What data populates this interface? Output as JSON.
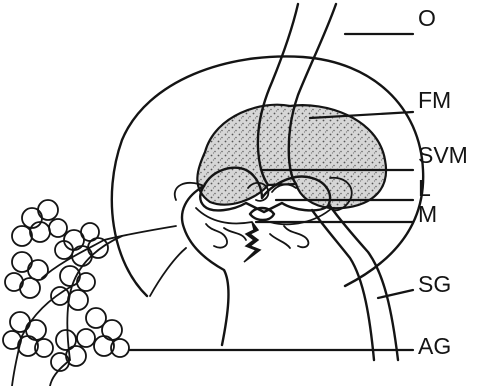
{
  "labels": {
    "o": "O",
    "fm": "FM",
    "svm": "SVM",
    "l": "L",
    "m": "M",
    "sg": "SG",
    "ag": "AG"
  },
  "colors": {
    "ink": "#141414",
    "background": "#ffffff"
  }
}
